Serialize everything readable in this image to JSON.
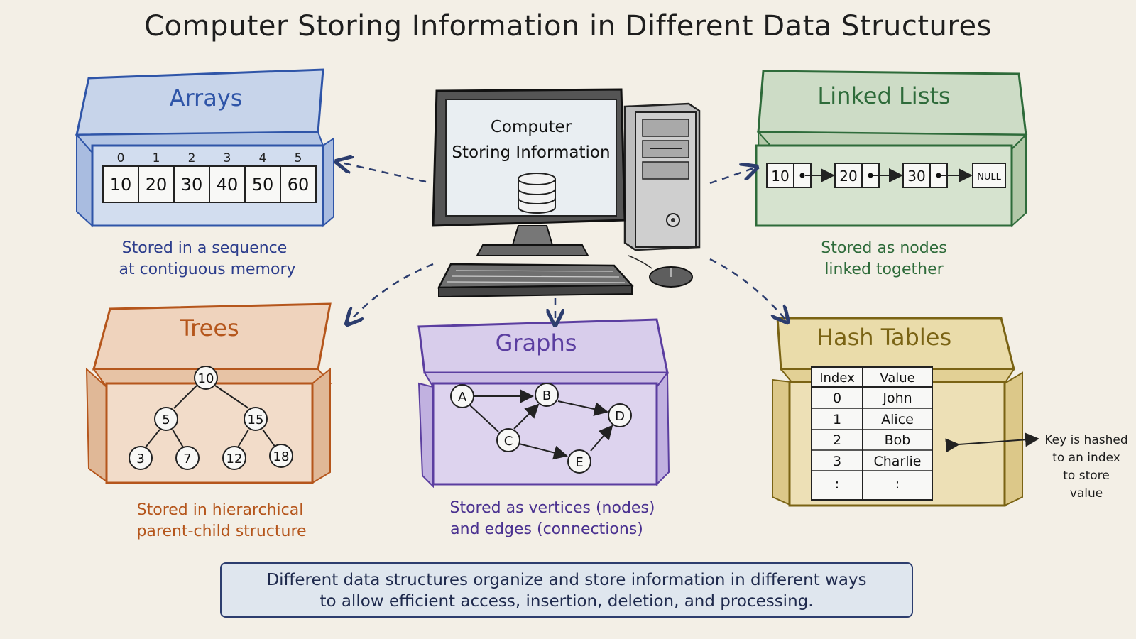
{
  "title": "Computer Storing Information in Different Data Structures",
  "computer": {
    "screen_line1": "Computer",
    "screen_line2": "Storing Information"
  },
  "arrays": {
    "title": "Arrays",
    "indices": [
      "0",
      "1",
      "2",
      "3",
      "4",
      "5"
    ],
    "values": [
      "10",
      "20",
      "30",
      "40",
      "50",
      "60"
    ],
    "caption_line1": "Stored in a sequence",
    "caption_line2": "at contiguous memory",
    "color": "#2f55a8"
  },
  "linked_lists": {
    "title": "Linked Lists",
    "nodes": [
      "10",
      "20",
      "30"
    ],
    "terminal": "NULL",
    "caption_line1": "Stored as nodes",
    "caption_line2": "linked together",
    "color": "#2e6b3a"
  },
  "trees": {
    "title": "Trees",
    "nodes": [
      "10",
      "5",
      "15",
      "3",
      "7",
      "12",
      "18"
    ],
    "caption_line1": "Stored in hierarchical",
    "caption_line2": "parent-child structure",
    "color": "#b5561c"
  },
  "graphs": {
    "title": "Graphs",
    "nodes": [
      "A",
      "B",
      "C",
      "D",
      "E"
    ],
    "caption_line1": "Stored as vertices (nodes)",
    "caption_line2": "and edges (connections)",
    "color": "#5b3ea0"
  },
  "hash_tables": {
    "title": "Hash Tables",
    "headers": [
      "Index",
      "Value"
    ],
    "rows": [
      [
        "0",
        "John"
      ],
      [
        "1",
        "Alice"
      ],
      [
        "2",
        "Bob"
      ],
      [
        "3",
        "Charlie"
      ],
      [
        ":",
        ":"
      ]
    ],
    "note_line1": "Key is hashed",
    "note_line2": "to an index",
    "note_line3": "to store",
    "note_line4": "value",
    "color": "#7a6314"
  },
  "summary": {
    "line1": "Different data structures organize and store information in different ways",
    "line2": "to allow efficient access, insertion, deletion, and processing."
  }
}
